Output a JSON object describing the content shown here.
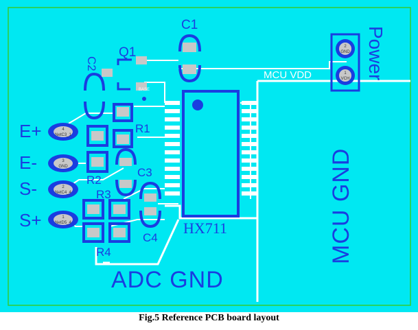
{
  "caption": "Fig.5 Reference PCB board layout",
  "colors": {
    "board": "#00e8f2",
    "copper": "#1a3de0",
    "outline": "#33cc33",
    "track": "#ffffff",
    "pad": "#c8c8c8"
  },
  "labels": {
    "c1": "C1",
    "c2": "C2",
    "c3": "C3",
    "c4": "C4",
    "q1": "Q1",
    "r1": "R1",
    "r2": "R2",
    "r3": "R3",
    "r4": "R4",
    "chip": "HX711",
    "power": "Power",
    "mcu_vdd": "MCU VDD",
    "mcu_gnd": "MCU GND",
    "adc_gnd": "ADC GND",
    "e_plus": "E+",
    "e_minus": "E-",
    "s_minus": "S-",
    "s_plus": "S+"
  },
  "pads": {
    "e_plus": {
      "num": "4",
      "net": "NetC3_1"
    },
    "e_minus": {
      "num": "3",
      "net": "GND"
    },
    "s_minus": {
      "num": "2",
      "net": "NetC4_4"
    },
    "s_plus": {
      "num": "1",
      "net": "NetD5_4"
    },
    "power_gnd": {
      "num": "2",
      "net": "GND"
    },
    "power_vcc": {
      "num": "1",
      "net": "VCH"
    }
  },
  "silk": {
    "base": "BASE"
  }
}
